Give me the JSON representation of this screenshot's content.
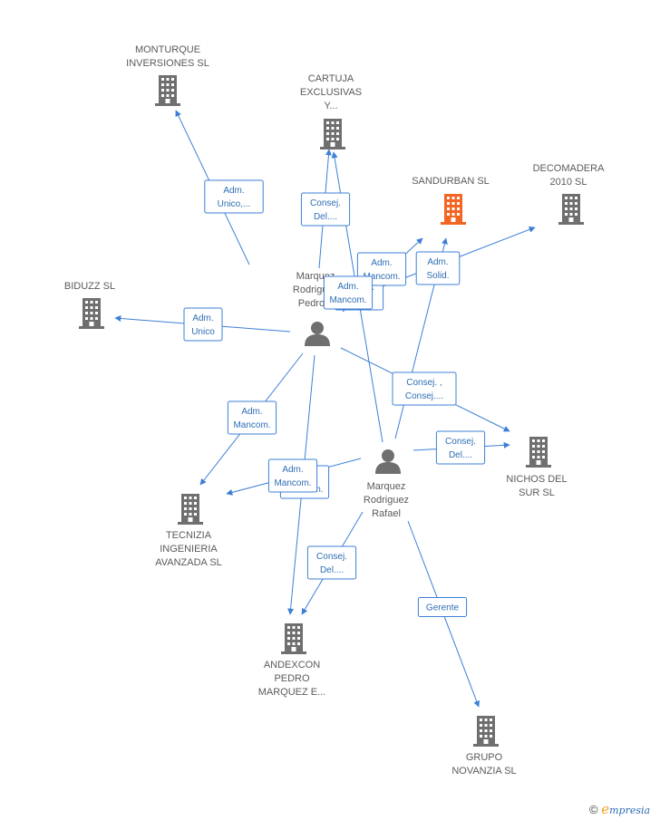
{
  "colors": {
    "edge": "#3d7fd6",
    "building": "#6f6f6f",
    "building_highlight": "#f26522",
    "person": "#6f6f6f"
  },
  "nodes": [
    {
      "id": "monturque",
      "type": "company",
      "lines": [
        "MONTURQUE",
        "INVERSIONES SL"
      ]
    },
    {
      "id": "cartuja",
      "type": "company",
      "lines": [
        "CARTUJA",
        "EXCLUSIVAS",
        "Y..."
      ]
    },
    {
      "id": "sandurban",
      "type": "company",
      "highlight": true,
      "lines": [
        "SANDURBAN SL"
      ]
    },
    {
      "id": "decomadera",
      "type": "company",
      "lines": [
        "DECOMADERA",
        "2010 SL"
      ]
    },
    {
      "id": "biduzz",
      "type": "company",
      "lines": [
        "BIDUZZ SL"
      ]
    },
    {
      "id": "pedro",
      "type": "person",
      "lines": [
        "Marquez",
        "Rodriguez",
        "Pedro..."
      ]
    },
    {
      "id": "rafael",
      "type": "person",
      "lines": [
        "Marquez",
        "Rodriguez",
        "Rafael"
      ]
    },
    {
      "id": "nichos",
      "type": "company",
      "lines": [
        "NICHOS DEL",
        "SUR SL"
      ]
    },
    {
      "id": "tecnizia",
      "type": "company",
      "lines": [
        "TECNIZIA",
        "INGENIERIA",
        "AVANZADA SL"
      ]
    },
    {
      "id": "andexcon",
      "type": "company",
      "lines": [
        "ANDEXCON",
        "PEDRO",
        "MARQUEZ E..."
      ]
    },
    {
      "id": "novanzia",
      "type": "company",
      "lines": [
        "GRUPO",
        "NOVANZIA SL"
      ]
    }
  ],
  "edges": [
    {
      "from": "pedro",
      "to": "monturque",
      "label": [
        "Adm.",
        "Unico,..."
      ]
    },
    {
      "from": "pedro",
      "to": "cartuja",
      "label": [
        "Consej.",
        "Del...."
      ]
    },
    {
      "from": "rafael",
      "to": "cartuja",
      "label": [
        "Consej.",
        "Del...."
      ]
    },
    {
      "from": "pedro",
      "to": "sandurban",
      "label": [
        "Adm.",
        "Mancom."
      ]
    },
    {
      "from": "rafael",
      "to": "sandurban",
      "label": [
        "Adm.",
        "Solid."
      ]
    },
    {
      "from": "pedro",
      "to": "decomadera",
      "label": [
        "Adm.",
        "Mancom."
      ]
    },
    {
      "from": "pedro",
      "to": "biduzz",
      "label": [
        "Adm.",
        "Unico"
      ]
    },
    {
      "from": "pedro",
      "to": "nichos",
      "label": [
        "Consej. ,",
        "Consej...."
      ]
    },
    {
      "from": "rafael",
      "to": "nichos",
      "label": [
        "Consej.",
        "Del...."
      ]
    },
    {
      "from": "pedro",
      "to": "tecnizia",
      "label": [
        "Adm.",
        "Mancom."
      ]
    },
    {
      "from": "rafael",
      "to": "tecnizia",
      "label": [
        "Adm.",
        "Mancom."
      ]
    },
    {
      "from": "pedro",
      "to": "andexcon",
      "label": [
        "Adm.",
        "Mancom."
      ]
    },
    {
      "from": "rafael",
      "to": "andexcon",
      "label": [
        "Consej.",
        "Del...."
      ]
    },
    {
      "from": "rafael",
      "to": "novanzia",
      "label": [
        "Gerente"
      ]
    }
  ],
  "footer": {
    "copyright": "©",
    "brand_initial": "e",
    "brand_rest": "mpresia"
  }
}
